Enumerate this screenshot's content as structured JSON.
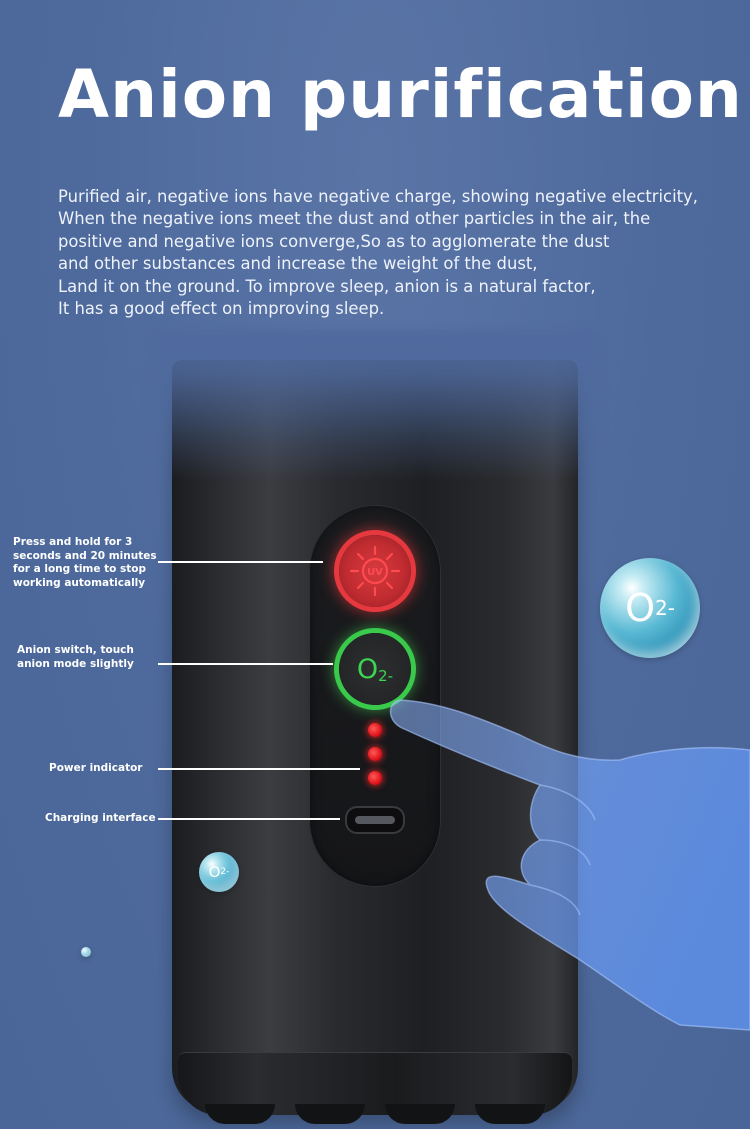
{
  "title": "Anion purification",
  "description": [
    "Purified air, negative ions have negative charge, showing negative electricity,",
    "When the negative ions meet the dust and other particles in the air, the",
    "positive and negative ions converge,So as to agglomerate the dust",
    "and other substances and increase the weight of the dust,",
    "Land it on the ground. To improve sleep, anion is a natural factor,",
    "It has a good effect on improving sleep."
  ],
  "callouts": {
    "uv_button": [
      "Press and hold for 3",
      "seconds and 20 minutes",
      "for a long time to stop",
      "working automatically"
    ],
    "anion_switch": [
      "Anion switch, touch",
      "anion mode slightly"
    ],
    "power_indicator": "Power indicator",
    "charging_interface": "Charging interface"
  },
  "buttons": {
    "uv_label": "UV",
    "o2_label": "O",
    "o2_sub": "2-"
  },
  "bubbles": {
    "large": {
      "label": "O",
      "sub": "2-"
    },
    "small": {
      "label": "O",
      "sub": "2-"
    }
  },
  "colors": {
    "background": "#4f6a9d",
    "uv_ring": "#e5393f",
    "anion_ring": "#39c94b",
    "indicator_led": "#e0141a",
    "bubble": "#5ab9d4"
  },
  "icons": {
    "uv_button": "sun-icon",
    "usb_port": "usb-c-port",
    "hand": "hand-pointing-icon"
  }
}
